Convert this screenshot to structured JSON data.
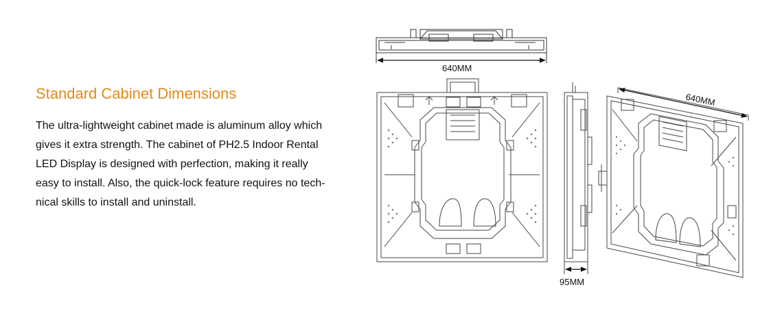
{
  "section": {
    "title": "Standard Cabinet Dimensions",
    "paragraph_lines": [
      "The ultra-lightweight cabinet made is aluminum alloy which",
      "gives it extra strength. The cabinet of PH2.5 Indoor Rental",
      "LED Display is designed with perfection, making it really",
      "easy to install. Also, the quick-lock feature requires no tech-",
      "nical skills to install and uninstall."
    ],
    "title_color": "#E08A1E"
  },
  "drawings": {
    "top_width_label": "640MM",
    "side_depth_label": "95MM",
    "perspective_width_label": "640MM"
  }
}
